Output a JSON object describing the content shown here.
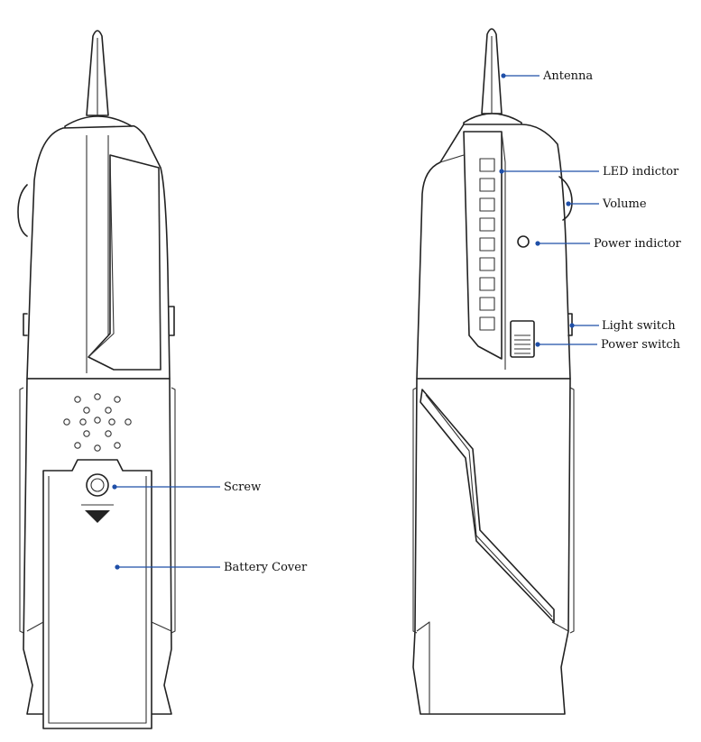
{
  "labels": {
    "antenna": "Antenna",
    "led": "LED indictor",
    "volume": "Volume",
    "power_indicator": "Power indictor",
    "light_switch": "Light switch",
    "power_switch": "Power switch",
    "screw": "Screw",
    "battery_cover": "Battery Cover"
  },
  "colors": {
    "callout": "#1f4fa8",
    "outline": "#222222"
  }
}
